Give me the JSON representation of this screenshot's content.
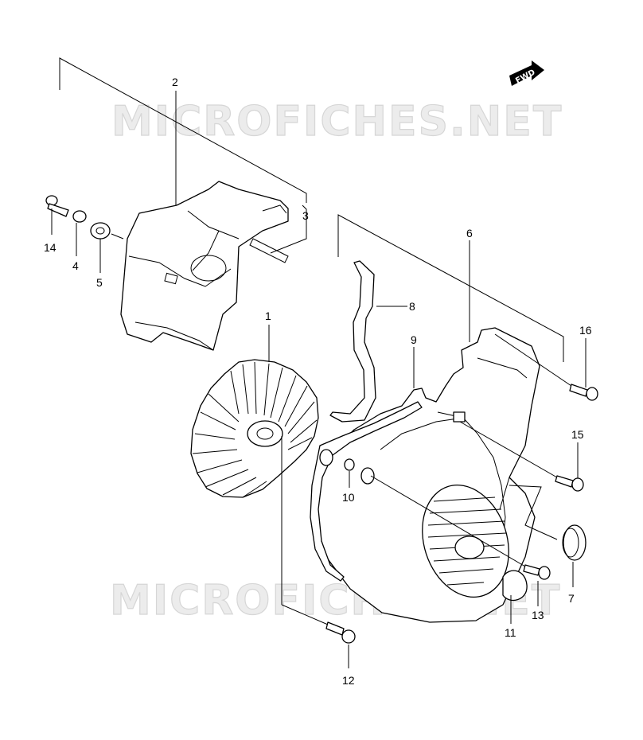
{
  "watermark": {
    "text": "MICROFICHES.NET"
  },
  "direction_marker": {
    "label": "FWD"
  },
  "callouts": {
    "c1": "1",
    "c2": "2",
    "c3": "3",
    "c4": "4",
    "c5": "5",
    "c6": "6",
    "c7": "7",
    "c8": "8",
    "c9": "9",
    "c10": "10",
    "c11": "11",
    "c12": "12",
    "c13": "13",
    "c14": "14",
    "c15": "15",
    "c16": "16"
  }
}
